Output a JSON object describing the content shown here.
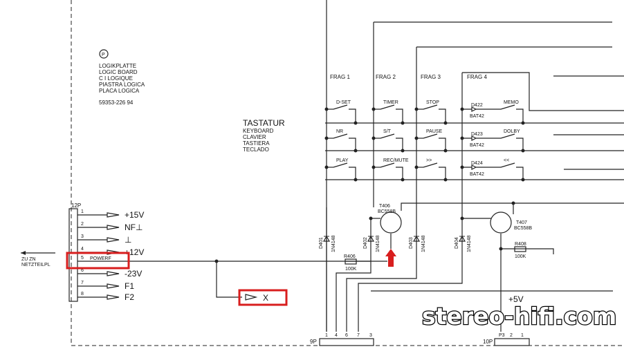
{
  "board": {
    "symbol": "P",
    "titles": [
      "LOGIKPLATTE",
      "LOGIC BOARD",
      "C I LOGIQUE",
      "PIASTRA LOGICA",
      "PLACA LOGICA"
    ],
    "part_number": "59353-226 94"
  },
  "keyboard": {
    "title": "TASTATUR",
    "subtitles": [
      "KEYBOARD",
      "CLAVIER",
      "TASTIERA",
      "TECLADO"
    ]
  },
  "columns": [
    "FRAG 1",
    "FRAG 2",
    "FRAG 3",
    "FRAG 4"
  ],
  "switches": [
    [
      "D-SET",
      "TIMER",
      "STOP",
      "MEMO"
    ],
    [
      "NR",
      "S/T",
      "PAUSE",
      "DOLBY"
    ],
    [
      "PLAY",
      "REC/MUTE",
      ">>",
      "<<"
    ]
  ],
  "frag4_diodes": [
    {
      "ref": "D422",
      "type": "BAT42"
    },
    {
      "ref": "D423",
      "type": "BAT42"
    },
    {
      "ref": "D424",
      "type": "BAT42"
    }
  ],
  "connector_12p": {
    "label": "12P",
    "pins": [
      {
        "num": "1",
        "signal": "+15V"
      },
      {
        "num": "2",
        "signal": "NF⊥"
      },
      {
        "num": "3",
        "signal": "⊥"
      },
      {
        "num": "4",
        "signal": "+12V"
      },
      {
        "num": "5",
        "signal": "POWERF"
      },
      {
        "num": "6",
        "signal": "-23V"
      },
      {
        "num": "7",
        "signal": "F1"
      },
      {
        "num": "8",
        "signal": "F2"
      }
    ],
    "destination": [
      "ZU ZN",
      "NETZTEILPL"
    ]
  },
  "output_x": "X",
  "components": {
    "D401": {
      "ref": "D401",
      "type": "1N4148"
    },
    "D402": {
      "ref": "D402",
      "type": "1N4148"
    },
    "D403": {
      "ref": "D403",
      "type": "1N4148"
    },
    "D404": {
      "ref": "D404",
      "type": "1N4148"
    },
    "T406": {
      "ref": "T406",
      "type": "BC558B"
    },
    "T407": {
      "ref": "T407",
      "type": "BC558B"
    },
    "R406": {
      "ref": "R406",
      "value": "100K"
    },
    "R408": {
      "ref": "R408",
      "value": "100K"
    }
  },
  "supply": "+5V",
  "connector_9p": {
    "label": "9P",
    "pins": [
      "1",
      "4",
      "6",
      "7",
      "3"
    ]
  },
  "connector_10p": {
    "label": "10P",
    "pins": [
      "P3",
      "2",
      "1"
    ]
  },
  "highlight_color": "#d81e1e",
  "watermark": "stereo-hifi.com"
}
